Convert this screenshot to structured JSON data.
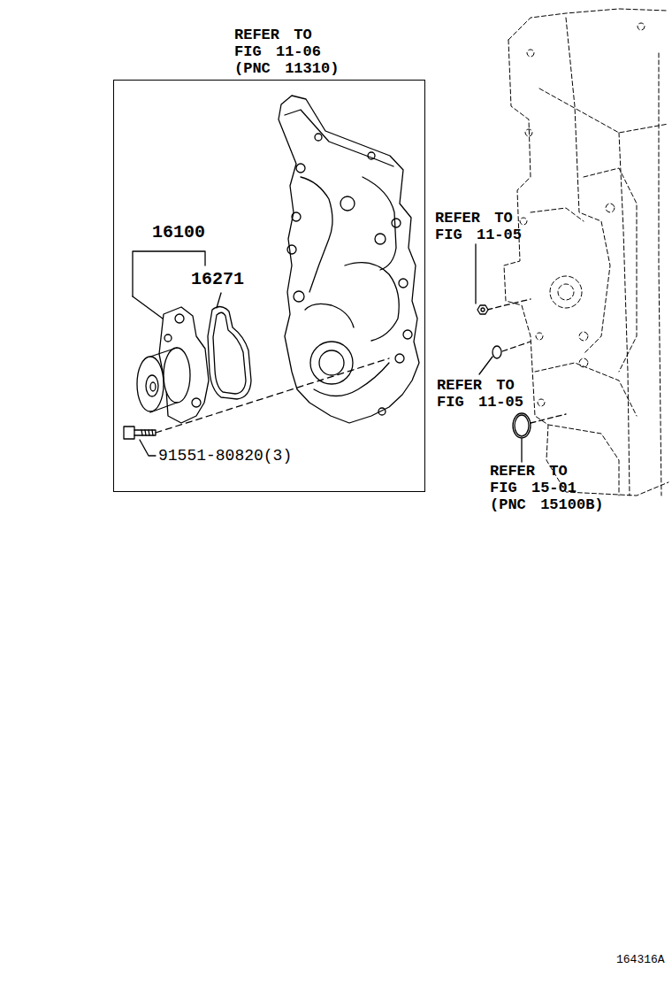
{
  "diagram": {
    "nodes": [
      {
        "text": [
          "REFER TO FIG 11-06 (PNC 11310)"
        ]
      }
    ],
    "labels": [
      "16100",
      "16271",
      "91551-80820(3)",
      "REFER TO FIG 11-05",
      "REFER TO FIG 11-05",
      "REFER TO FIG 15-01 (PNC 15100B)",
      "164316A"
    ]
  }
}
